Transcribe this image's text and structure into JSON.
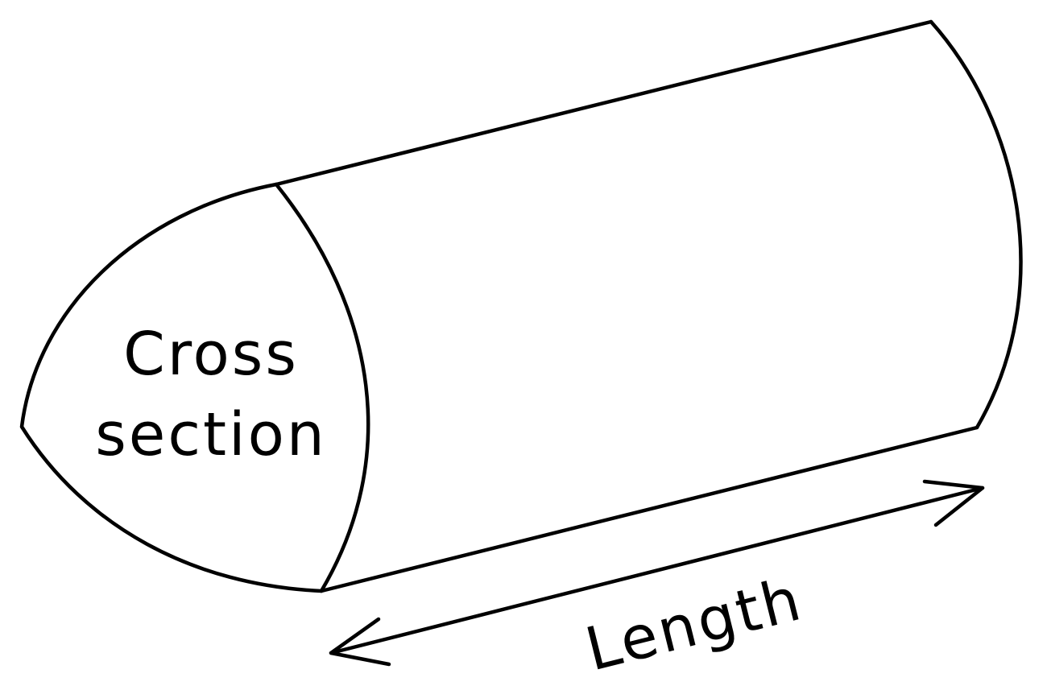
{
  "labels": {
    "cross_section_line1": "Cross",
    "cross_section_line2": "section",
    "length": "Length"
  },
  "colors": {
    "stroke": "#000000",
    "background": "#ffffff",
    "text": "#000000"
  }
}
